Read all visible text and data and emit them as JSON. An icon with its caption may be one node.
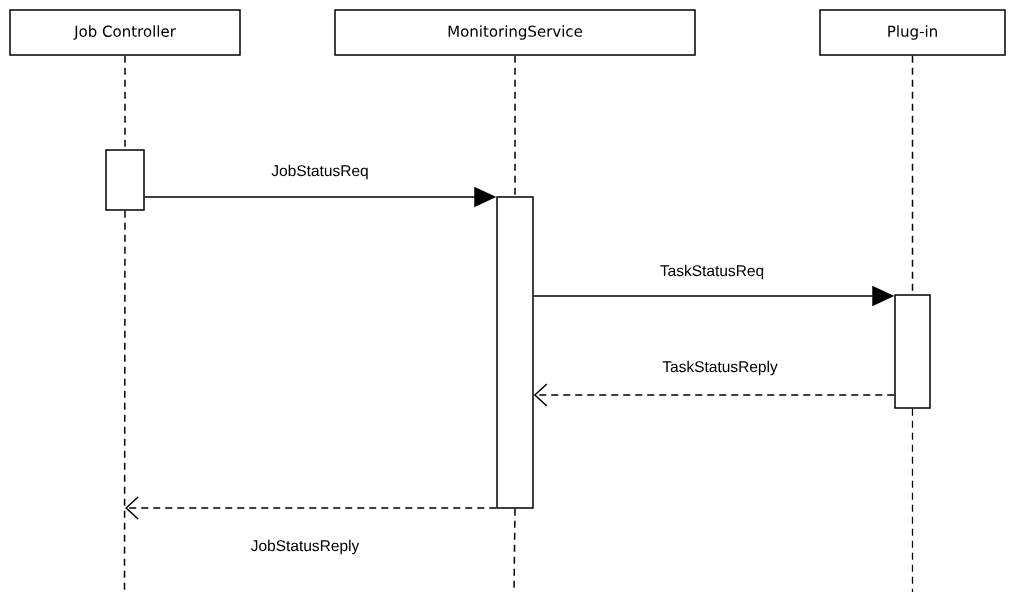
{
  "diagram": {
    "nodes": [
      {
        "text": [
          "Job Controller"
        ]
      },
      {
        "text": [
          "MonitoringService"
        ]
      },
      {
        "text": [
          "Plug-in"
        ]
      },
      {
        "text": [],
        "shape": "box"
      },
      {
        "text": [],
        "shape": "box"
      },
      {
        "text": [],
        "shape": "box"
      }
    ],
    "edges": [
      {
        "from": 0,
        "to": 3,
        "arrow": "none",
        "style": "dashed"
      },
      {
        "from": 3,
        "to": null,
        "arrow": "none",
        "style": "dashed"
      },
      {
        "from": 1,
        "to": 4,
        "arrow": "none",
        "style": "dashed"
      },
      {
        "from": 4,
        "to": null,
        "arrow": "none",
        "style": "dashed"
      },
      {
        "from": 2,
        "to": 5,
        "arrow": "none",
        "style": "dashed"
      },
      {
        "from": 5,
        "to": null,
        "arrow": "none",
        "style": "dashed"
      },
      {
        "from": 3,
        "to": 4,
        "arrow": "to",
        "label": "JobStatusReq"
      },
      {
        "from": 4,
        "to": 5,
        "arrow": "to",
        "label": "TaskStatusReq"
      },
      {
        "from": 5,
        "to": 4,
        "arrow": "to",
        "label": "TaskStatusReply",
        "style": "dashed"
      },
      {
        "from": 4,
        "to": null,
        "arrow": "to",
        "label": "JobStatusReply",
        "style": "dashed"
      }
    ]
  }
}
